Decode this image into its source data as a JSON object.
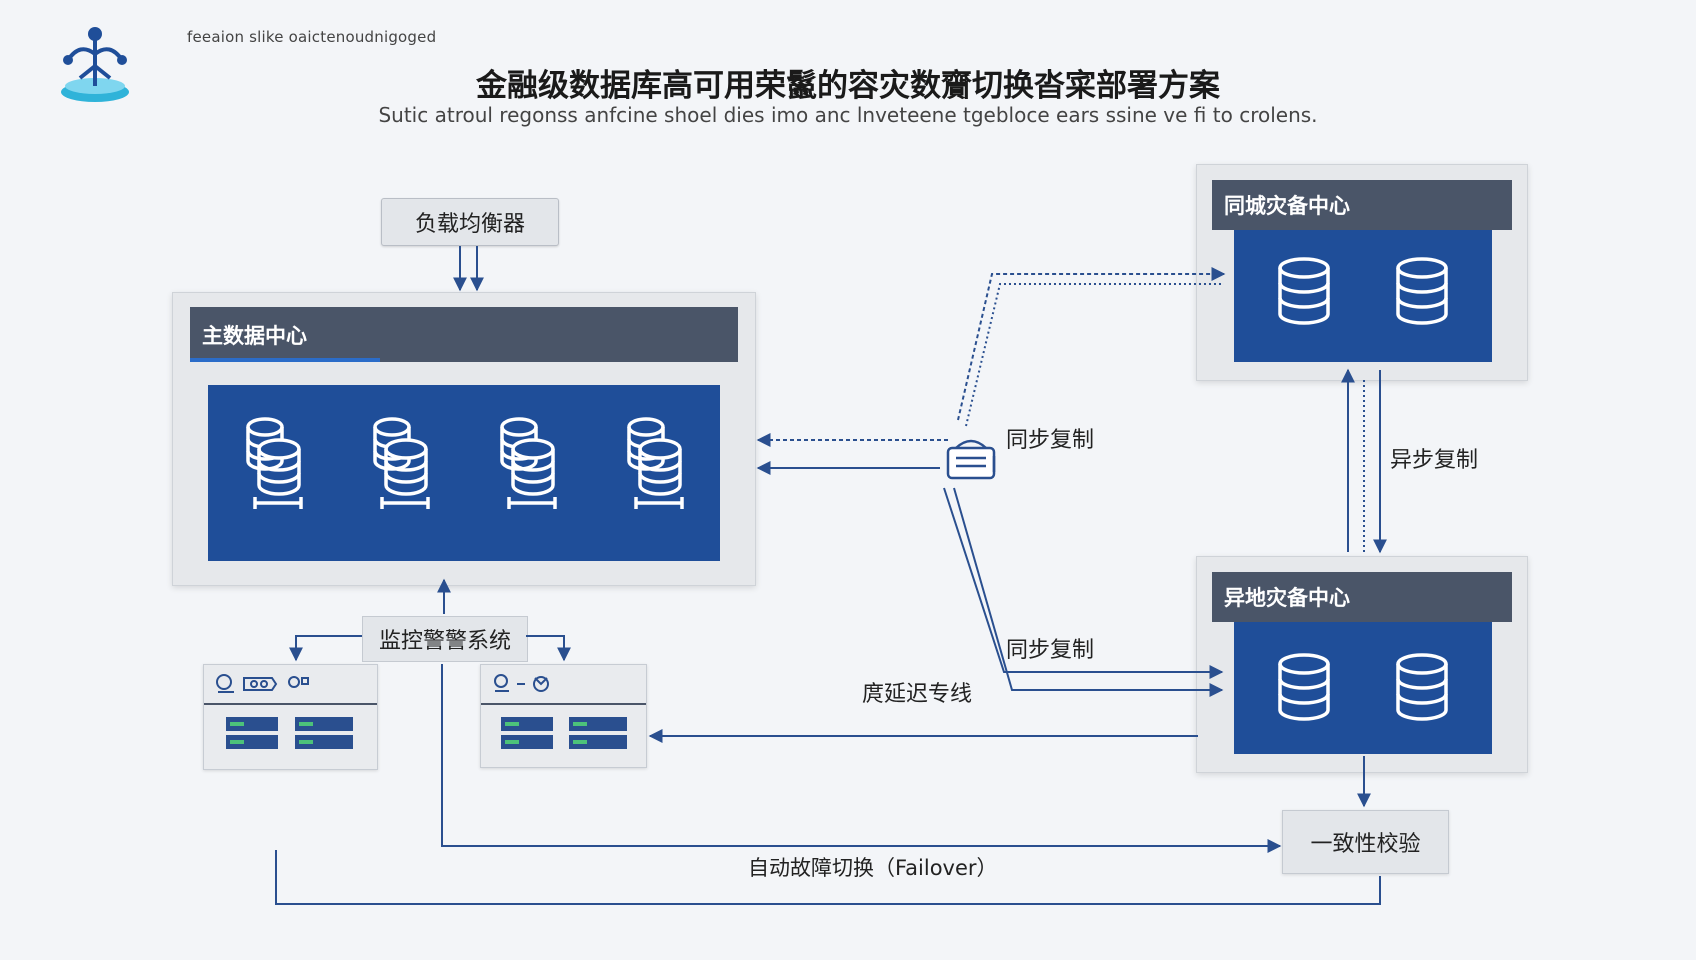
{
  "header": {
    "caption": "feeaion slike oaictenoudnigoged",
    "title": "金融级数据库高可用荣鬣的容灾数齎切换沓寀部署方案",
    "subtitle": "Sutic atroul regonss anfcine shoel dies imo anc lnveteene tgebloce ears ssine ve fi to crolens."
  },
  "nodes": {
    "load_balancer": "负载均衡器",
    "main_dc": "主数据中心",
    "same_city_dc": "同城灾备中心",
    "remote_dc": "异地灾备中心",
    "monitoring": "监控警警系统",
    "consistency_check": "一致性校验"
  },
  "labels": {
    "sync_replication_1": "同步复制",
    "sync_replication_2": "同步复制",
    "async_replication": "异步复制",
    "low_latency_line": "庹延迟专线",
    "failover": "自动故障切换（Failover）"
  },
  "colors": {
    "header_bg": "#4a5568",
    "db_panel": "#1f4e99",
    "arrow": "#2a4f8f",
    "accent": "#2b6cc8"
  },
  "icons": {
    "logo": "robot-figure-logo",
    "database": "database-stack-icon",
    "router": "router-icon"
  }
}
